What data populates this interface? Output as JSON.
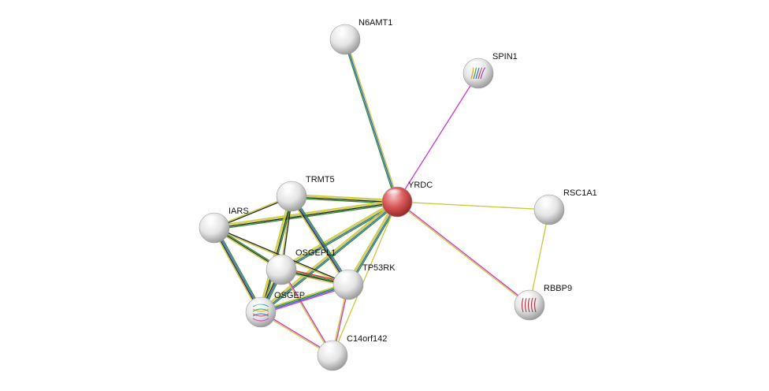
{
  "network": {
    "query_node": "YRDC",
    "nodes": [
      {
        "id": "YRDC",
        "label": "YRDC",
        "color": "#d9534f",
        "kind": "query"
      },
      {
        "id": "N6AMT1",
        "label": "N6AMT1",
        "color": "#e8e8e8",
        "kind": "plain"
      },
      {
        "id": "SPIN1",
        "label": "SPIN1",
        "color": "#e8e8e8",
        "kind": "structure-spin1"
      },
      {
        "id": "TRMT5",
        "label": "TRMT5",
        "color": "#e8e8e8",
        "kind": "plain"
      },
      {
        "id": "IARS",
        "label": "IARS",
        "color": "#e8e8e8",
        "kind": "plain"
      },
      {
        "id": "OSGEPL1",
        "label": "OSGEPL1",
        "color": "#e8e8e8",
        "kind": "plain"
      },
      {
        "id": "TP53RK",
        "label": "TP53RK",
        "color": "#e8e8e8",
        "kind": "plain"
      },
      {
        "id": "OSGEP",
        "label": "OSGEP",
        "color": "#e8e8e8",
        "kind": "structure-osgep"
      },
      {
        "id": "C14orf142",
        "label": "C14orf142",
        "color": "#e8e8e8",
        "kind": "plain"
      },
      {
        "id": "RSC1A1",
        "label": "RSC1A1",
        "color": "#e8e8e8",
        "kind": "plain"
      },
      {
        "id": "RBBP9",
        "label": "RBBP9",
        "color": "#e8e8e8",
        "kind": "structure-rbbp9"
      }
    ],
    "edges": [
      {
        "source": "YRDC",
        "target": "N6AMT1",
        "colors": [
          "#2a8a2a",
          "#3060c0",
          "#c8c838"
        ]
      },
      {
        "source": "YRDC",
        "target": "SPIN1",
        "colors": [
          "#cc33cc"
        ]
      },
      {
        "source": "YRDC",
        "target": "TRMT5",
        "colors": [
          "#2a8a2a",
          "#222222",
          "#c8c838",
          "#c8c838"
        ]
      },
      {
        "source": "YRDC",
        "target": "IARS",
        "colors": [
          "#2a8a2a",
          "#222222",
          "#c8c838",
          "#c8c838"
        ]
      },
      {
        "source": "YRDC",
        "target": "OSGEPL1",
        "colors": [
          "#2a8a2a",
          "#3060c0",
          "#c8c838",
          "#c8c838"
        ]
      },
      {
        "source": "YRDC",
        "target": "TP53RK",
        "colors": [
          "#2a8a2a",
          "#3060c0",
          "#c8c838",
          "#c8c838"
        ]
      },
      {
        "source": "YRDC",
        "target": "OSGEP",
        "colors": [
          "#2a8a2a",
          "#3060c0",
          "#c8c838",
          "#c8c838"
        ]
      },
      {
        "source": "YRDC",
        "target": "C14orf142",
        "colors": [
          "#c8c838"
        ]
      },
      {
        "source": "YRDC",
        "target": "RSC1A1",
        "colors": [
          "#c8c838"
        ]
      },
      {
        "source": "YRDC",
        "target": "RBBP9",
        "colors": [
          "#cc33cc",
          "#c8c838"
        ]
      },
      {
        "source": "RSC1A1",
        "target": "RBBP9",
        "colors": [
          "#c8c838"
        ]
      },
      {
        "source": "TRMT5",
        "target": "IARS",
        "colors": [
          "#222222",
          "#c8c838"
        ]
      },
      {
        "source": "TRMT5",
        "target": "OSGEPL1",
        "colors": [
          "#222222",
          "#c8c838"
        ]
      },
      {
        "source": "TRMT5",
        "target": "TP53RK",
        "colors": [
          "#2a8a2a",
          "#3060c0",
          "#222222",
          "#c8c838"
        ]
      },
      {
        "source": "TRMT5",
        "target": "OSGEP",
        "colors": [
          "#2a8a2a",
          "#222222",
          "#c8c838",
          "#c8c838"
        ]
      },
      {
        "source": "IARS",
        "target": "OSGEPL1",
        "colors": [
          "#2a8a2a",
          "#222222",
          "#c8c838"
        ]
      },
      {
        "source": "IARS",
        "target": "TP53RK",
        "colors": [
          "#222222",
          "#c8c838"
        ]
      },
      {
        "source": "IARS",
        "target": "OSGEP",
        "colors": [
          "#2a8a2a",
          "#3060c0",
          "#222222",
          "#c8c838"
        ]
      },
      {
        "source": "OSGEPL1",
        "target": "TP53RK",
        "colors": [
          "#e03030",
          "#2a8a2a",
          "#222222",
          "#c8c838"
        ]
      },
      {
        "source": "OSGEPL1",
        "target": "OSGEP",
        "colors": [
          "#2a8a2a",
          "#3060c0",
          "#222222",
          "#c8c838"
        ]
      },
      {
        "source": "OSGEPL1",
        "target": "C14orf142",
        "colors": [
          "#cc33cc",
          "#c8c838"
        ]
      },
      {
        "source": "TP53RK",
        "target": "OSGEP",
        "colors": [
          "#cc33cc",
          "#3060c0",
          "#2a8a2a",
          "#c8c838"
        ]
      },
      {
        "source": "TP53RK",
        "target": "C14orf142",
        "colors": [
          "#cc33cc",
          "#c8c838"
        ]
      },
      {
        "source": "OSGEP",
        "target": "C14orf142",
        "colors": [
          "#cc33cc",
          "#c8c838"
        ]
      }
    ]
  }
}
